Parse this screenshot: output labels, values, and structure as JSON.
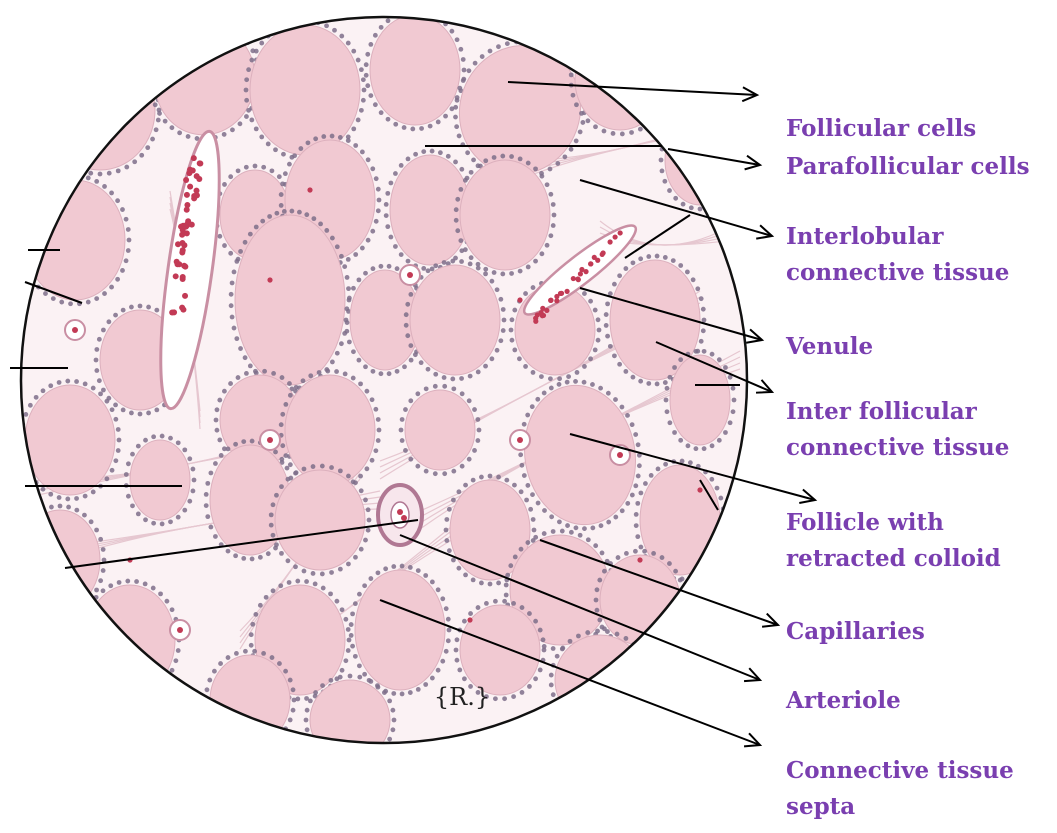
{
  "colors": {
    "label": "#7a3fb0",
    "colloid": "#f1c9d2",
    "stroma": "#fbf2f4",
    "nucleus": "#7e6f8a",
    "rbc": "#c23a55",
    "leader": "#000000"
  },
  "artwork": {
    "stamp": "{R.}"
  },
  "labels": [
    {
      "id": "follicular-cells",
      "lines": [
        "Follicular cells"
      ]
    },
    {
      "id": "parafollicular-cells",
      "lines": [
        "Parafollicular cells"
      ]
    },
    {
      "id": "interlobular-connective-tissue",
      "lines": [
        "Interlobular",
        "connective tissue"
      ]
    },
    {
      "id": "venule",
      "lines": [
        "Venule"
      ]
    },
    {
      "id": "inter-follicular-connective-tissue",
      "lines": [
        "Inter follicular",
        "connective tissue"
      ]
    },
    {
      "id": "follicle-retracted-colloid",
      "lines": [
        "Follicle with",
        "retracted colloid"
      ]
    },
    {
      "id": "capillaries",
      "lines": [
        "Capillaries"
      ]
    },
    {
      "id": "arteriole",
      "lines": [
        "Arteriole"
      ]
    },
    {
      "id": "connective-tissue-septa",
      "lines": [
        "Connective tissue",
        "septa"
      ]
    }
  ]
}
